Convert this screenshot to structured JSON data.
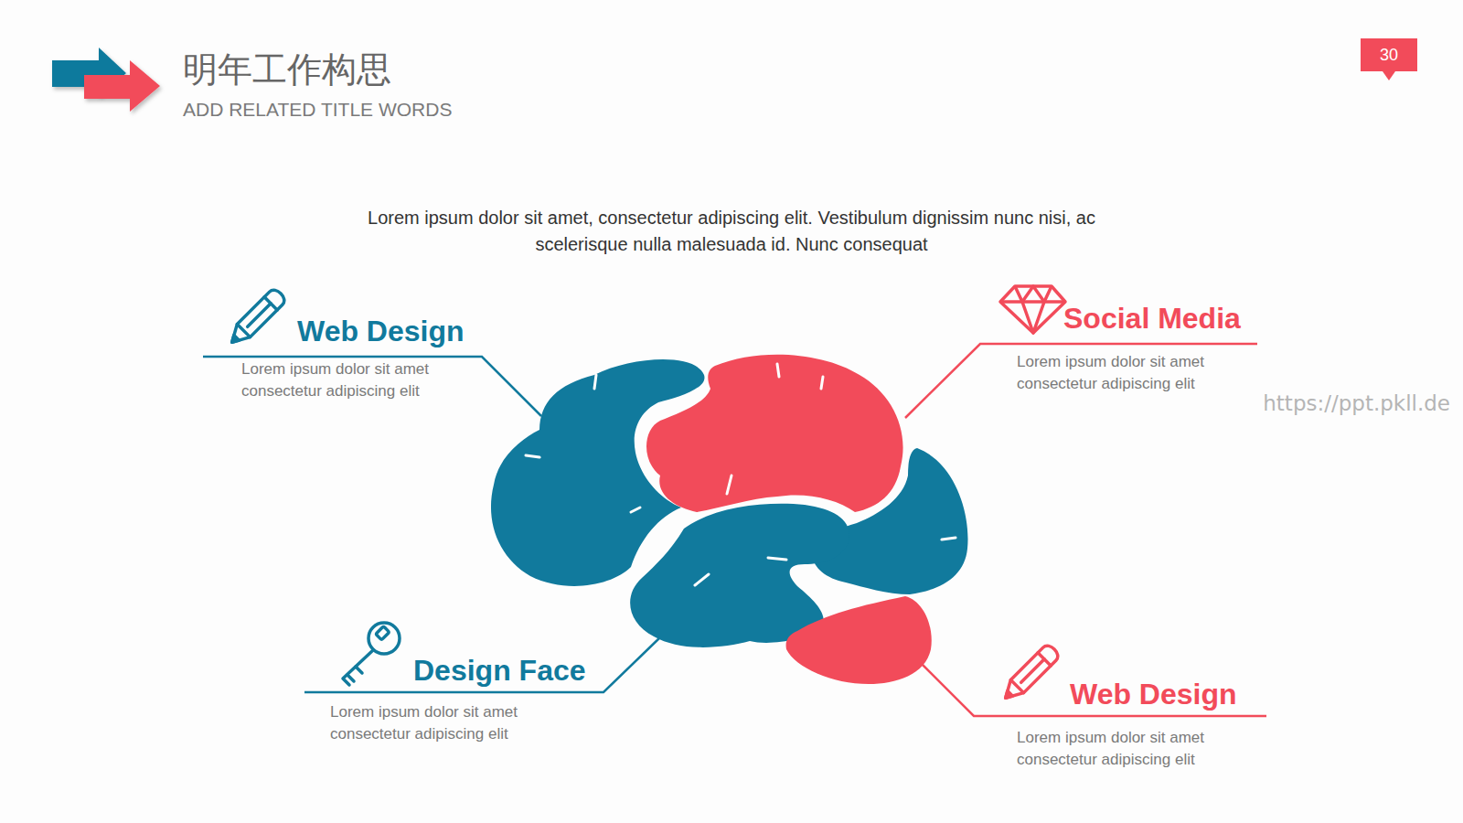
{
  "diagram": {
    "title": "明年工作构思",
    "nodes": [
      {
        "text": [
          "Web Design",
          "Lorem ipsum dolor sit amet consectetur adipiscing elit"
        ]
      },
      {
        "text": [
          "Social Media",
          "Lorem ipsum dolor sit amet consectetur adipiscing elit"
        ]
      },
      {
        "text": [
          "Design Face",
          "Lorem ipsum dolor sit amet consectetur adipiscing elit"
        ]
      },
      {
        "text": [
          "Web Design",
          "Lorem ipsum dolor sit amet consectetur adipiscing elit"
        ]
      }
    ],
    "labels": [
      "ADD RELATED TITLE WORDS",
      "30",
      "Lorem ipsum dolor sit amet, consectetur adipiscing elit. Vestibulum dignissim nunc nisi, ac scelerisque nulla malesuada id. Nunc consequat",
      "https://ppt.pkll.de"
    ]
  }
}
